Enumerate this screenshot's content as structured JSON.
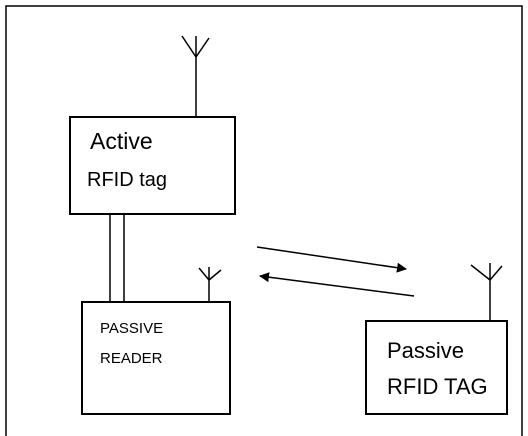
{
  "active_tag": {
    "line1": "Active",
    "line2": "RFID tag"
  },
  "passive_reader": {
    "line1": "PASSIVE",
    "line2": "READER"
  },
  "passive_tag": {
    "line1": "Passive",
    "line2": "RFID TAG"
  },
  "colors": {
    "stroke": "#000000",
    "background": "#ffffff"
  }
}
